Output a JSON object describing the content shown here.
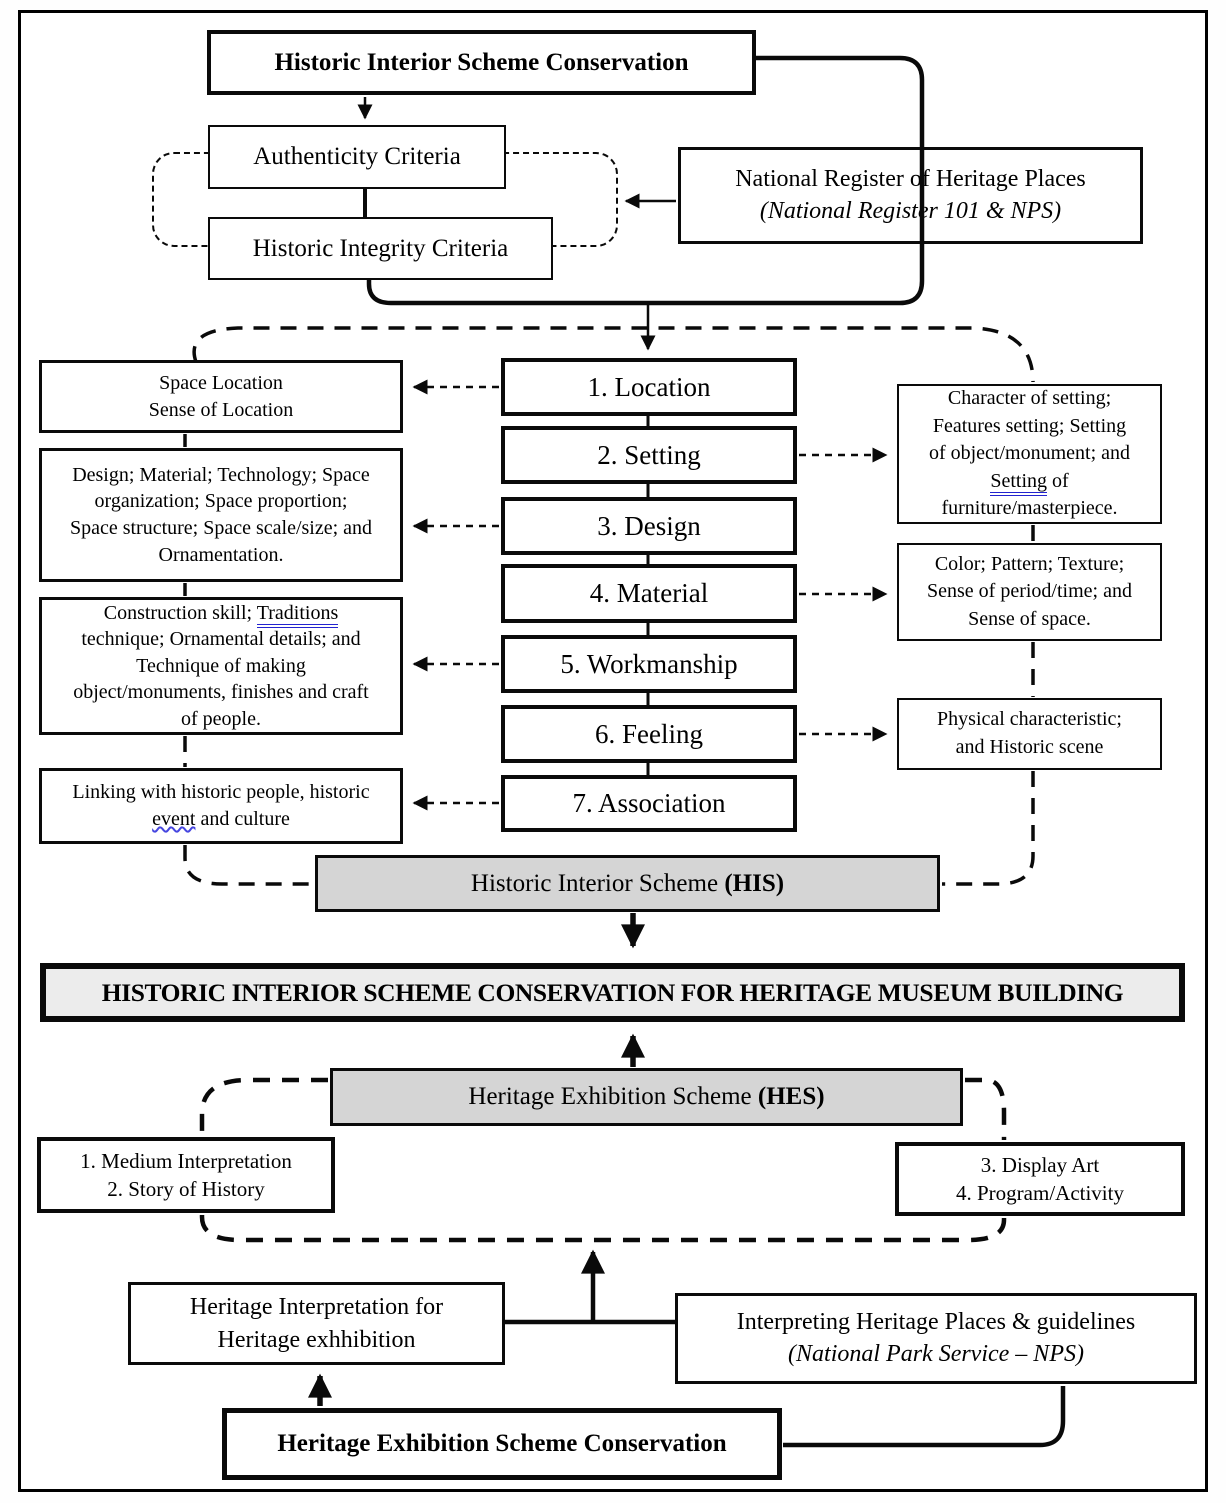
{
  "accent_colors": {
    "line_black": "#0a0a0a",
    "box_gray": "#d5d5d5",
    "headline_gray": "#ececec",
    "underline_blue": "#2323cf"
  },
  "top_chain": {
    "root": "Historic Interior Scheme Conservation",
    "authenticity": "Authenticity Criteria",
    "integrity": "Historic Integrity Criteria",
    "national_register": {
      "line1": "National Register of Heritage Places",
      "line2": "(National Register 101 & NPS)"
    }
  },
  "criteria": [
    {
      "label": "1. Location"
    },
    {
      "label": "2. Setting"
    },
    {
      "label": "3. Design"
    },
    {
      "label": "4. Material"
    },
    {
      "label": "5. Workmanship"
    },
    {
      "label": "6. Feeling"
    },
    {
      "label": "7. Association"
    }
  ],
  "notes_left": {
    "location": {
      "lines": [
        "Space Location",
        "Sense of Location"
      ]
    },
    "design": {
      "lines": [
        "Design; Material; Technology; Space",
        "organization; Space proportion;",
        "Space structure; Space scale/size; and",
        "Ornamentation."
      ]
    },
    "workmanship": {
      "line1_pre": "Construction skill; ",
      "line1_underlined": "Traditions",
      "line2": "technique; Ornamental details; and",
      "line3": "Technique of making",
      "line4": "object/monuments, finishes and craft",
      "line5": "of people."
    },
    "association": {
      "line1": "Linking with historic people, historic",
      "line2_underlined": "event",
      "line2_rest": " and culture"
    }
  },
  "notes_right": {
    "setting": {
      "line1": "Character of setting;",
      "line2": "Features setting; Setting",
      "line3": "of object/monument; and",
      "line4_underlined": "Setting",
      "line4_rest": " of",
      "line5": "furniture/masterpiece."
    },
    "material": {
      "lines": [
        "Color; Pattern; Texture;",
        "Sense of period/time; and",
        "Sense of space."
      ]
    },
    "feeling": {
      "lines": [
        "Physical characteristic;",
        "and Historic scene"
      ]
    }
  },
  "his": {
    "pre": "Historic Interior Scheme ",
    "abbr": "(HIS)"
  },
  "headline": "HISTORIC INTERIOR SCHEME CONSERVATION FOR HERITAGE MUSEUM BUILDING",
  "hes": {
    "pre": "Heritage Exhibition Scheme ",
    "abbr": "(HES)"
  },
  "hes_notes": {
    "left": {
      "lines": [
        "1. Medium Interpretation",
        "2. Story of History"
      ]
    },
    "right": {
      "lines": [
        "3. Display Art",
        "4. Program/Activity"
      ]
    }
  },
  "bottom": {
    "interpretation": {
      "lines": [
        "Heritage Interpretation for",
        "Heritage exhhibition"
      ]
    },
    "interpreting": {
      "line1": "Interpreting Heritage Places & guidelines",
      "line2": "(National Park Service – NPS)"
    },
    "conservation": "Heritage Exhibition Scheme Conservation"
  }
}
